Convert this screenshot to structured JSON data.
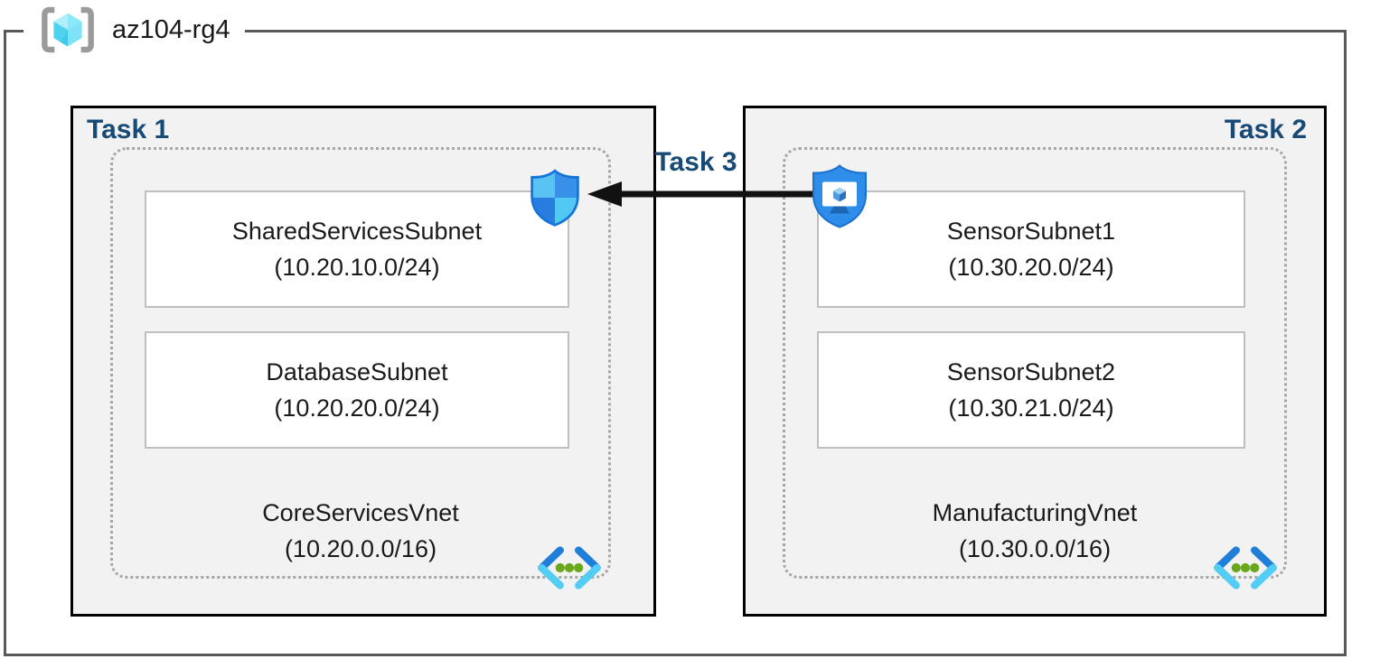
{
  "resource_group": {
    "name": "az104-rg4"
  },
  "tasks": [
    {
      "label": "Task 1",
      "vnet": {
        "name": "CoreServicesVnet",
        "cidr": "(10.20.0.0/16)",
        "subnets": [
          {
            "name": "SharedServicesSubnet",
            "cidr": "(10.20.10.0/24)"
          },
          {
            "name": "DatabaseSubnet",
            "cidr": "(10.20.20.0/24)"
          }
        ]
      }
    },
    {
      "label": "Task 2",
      "vnet": {
        "name": "ManufacturingVnet",
        "cidr": "(10.30.0.0/16)",
        "subnets": [
          {
            "name": "SensorSubnet1",
            "cidr": "(10.30.20.0/24)"
          },
          {
            "name": "SensorSubnet2",
            "cidr": "(10.30.21.0/24)"
          }
        ]
      }
    }
  ],
  "arrow": {
    "label": "Task 3",
    "direction": "left"
  },
  "icons": {
    "resource_group": "resource-group-brackets-cube-icon",
    "network_security_group": "shield-quadrants-icon",
    "application_security_group": "shield-monitor-icon",
    "virtual_network": "angle-brackets-dots-icon"
  },
  "colors": {
    "accent": "#174a77",
    "task_bg": "#f2f2f2",
    "rg_border": "#595959",
    "box_border": "#000000",
    "subnet_border": "#bfbfbf",
    "dotted_border": "#a6a6a6",
    "arrow": "#111111",
    "shield_blue": "#2e8de8",
    "shield_light": "#58c2f3",
    "vnet_bracket_dark": "#1f7ed8",
    "vnet_bracket_light": "#54cdf5",
    "vnet_dot_green": "#6aa71c",
    "cube_cyan": "#4fd2ee"
  }
}
